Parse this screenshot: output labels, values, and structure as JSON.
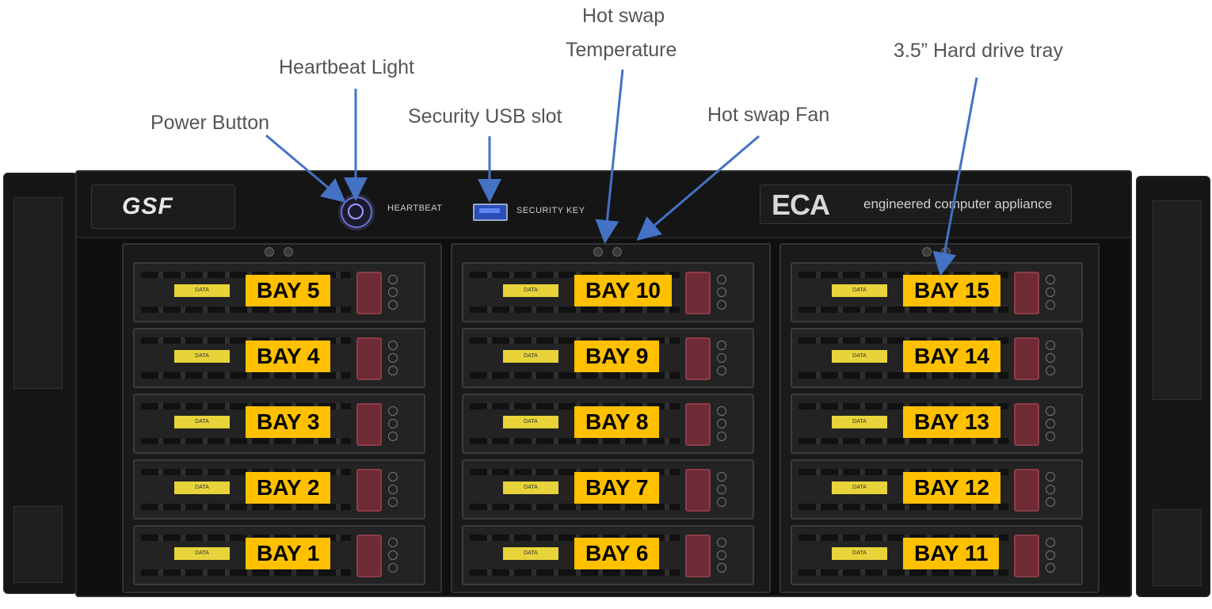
{
  "callouts": {
    "power_button": "Power Button",
    "heartbeat_light": "Heartbeat Light",
    "security_usb": "Security USB slot",
    "hot_swap_temp_line1": "Hot swap",
    "hot_swap_temp_line2": "Temperature",
    "hot_swap_fan": "Hot swap Fan",
    "hard_drive_tray": "3.5” Hard drive tray"
  },
  "panel": {
    "brand_left": "GSF",
    "heartbeat_label": "HEARTBEAT",
    "security_key_label": "SECURITY KEY",
    "brand_right": "ECA",
    "brand_right_tagline": "engineered computer appliance"
  },
  "tray_sticker_label": "DATA",
  "cages": [
    {
      "bays": [
        "BAY 5",
        "BAY 4",
        "BAY 3",
        "BAY 2",
        "BAY 1"
      ]
    },
    {
      "bays": [
        "BAY 10",
        "BAY 9",
        "BAY 8",
        "BAY 7",
        "BAY 6"
      ]
    },
    {
      "bays": [
        "BAY 15",
        "BAY 14",
        "BAY 13",
        "BAY 12",
        "BAY 11"
      ]
    }
  ],
  "colors": {
    "bay_label_bg": "#ffc000",
    "arrow": "#4472c4",
    "callout_text": "#555555",
    "chassis": "#0f0f0f"
  }
}
